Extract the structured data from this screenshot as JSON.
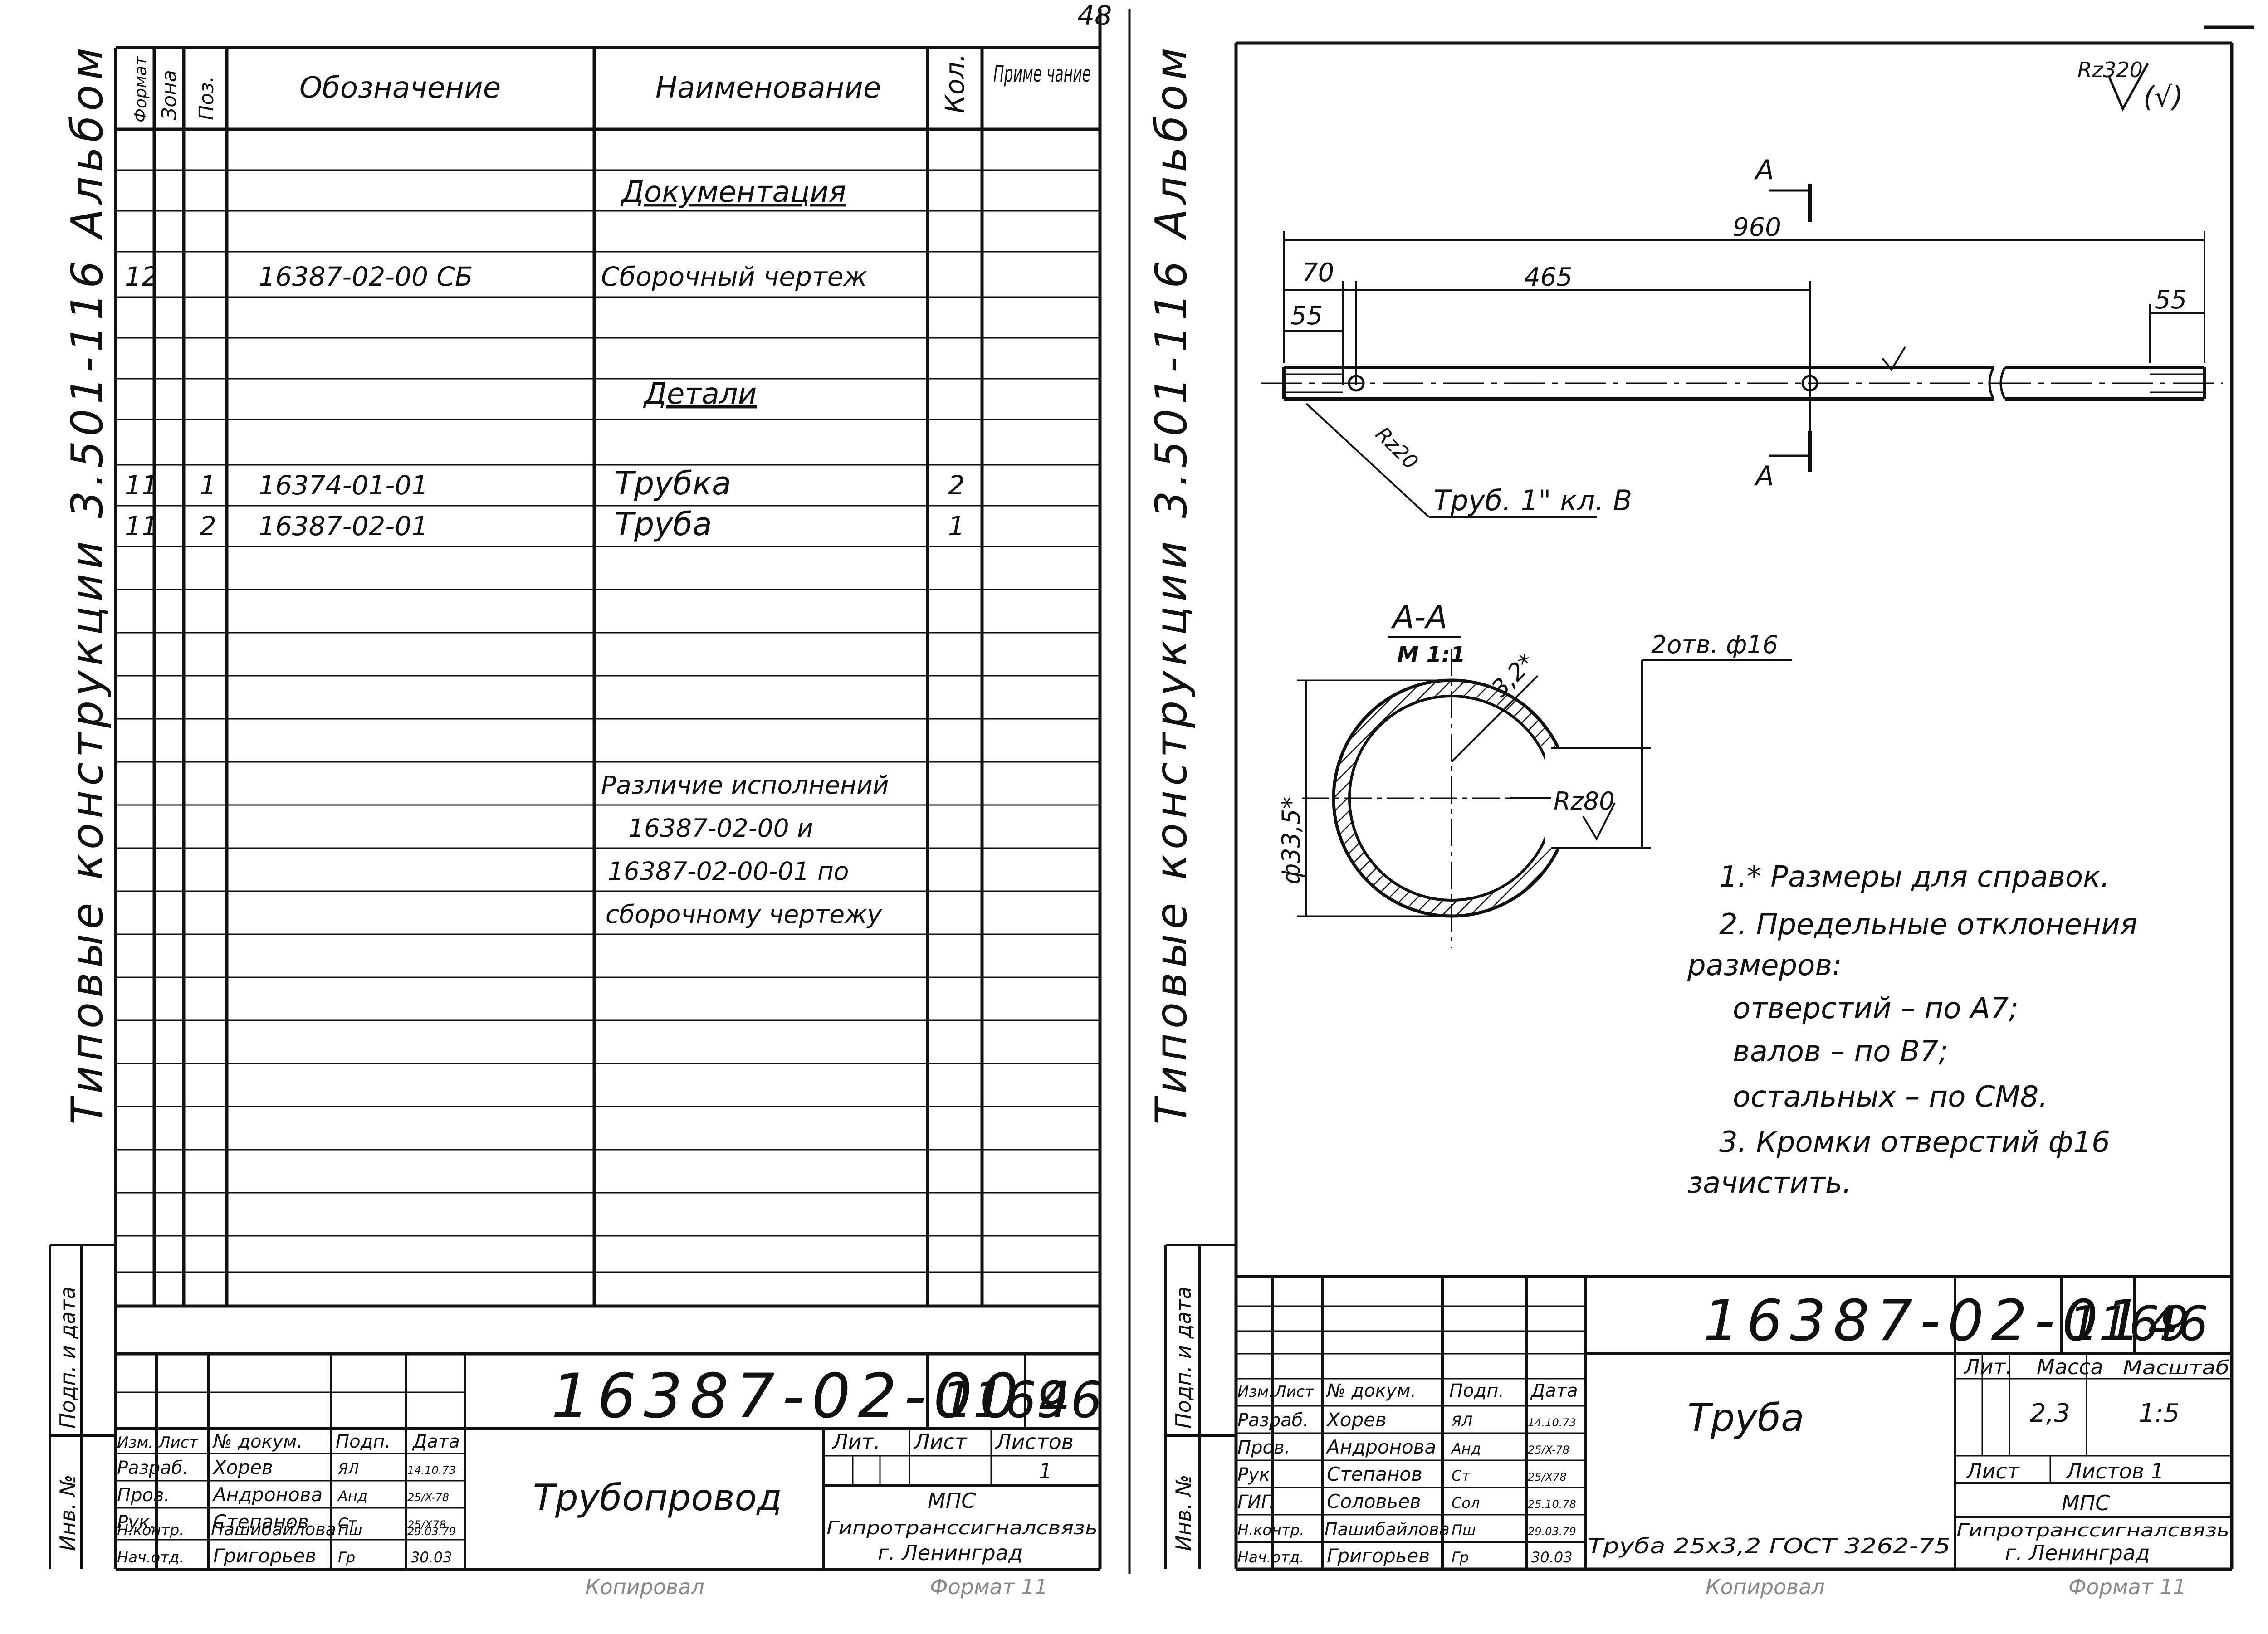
{
  "left_sheet": {
    "side_title": "Типовые конструкции 3.501-116 Альбом",
    "page_number": "48",
    "columns": [
      "Формат",
      "Зона",
      "Поз.",
      "Обозначение",
      "Наименование",
      "Кол.",
      "Приме чание"
    ],
    "sections": {
      "documentation": "Документация",
      "details": "Детали"
    },
    "rows": [
      {
        "format": "12",
        "zone": "",
        "pos": "",
        "designation": "16387-02-00 СБ",
        "name": "Сборочный чертеж",
        "qty": ""
      },
      {
        "format": "11",
        "zone": "",
        "pos": "1",
        "designation": "16374-01-01",
        "name": "Трубка",
        "qty": "2"
      },
      {
        "format": "11",
        "zone": "",
        "pos": "2",
        "designation": "16387-02-01",
        "name": "Труба",
        "qty": "1"
      }
    ],
    "note_lines": [
      "Различие исполнений",
      "16387-02-00 и",
      "16387-02-00-01 по",
      "сборочному чертежу"
    ],
    "margin_labels": {
      "sign_date": "Подп. и дата",
      "inv_no": "Инв. №"
    },
    "title_block": {
      "doc_number": "16387-02-00",
      "code": "1169",
      "sheet_no": "46",
      "name": "Трубопровод",
      "headers": [
        "Изм.",
        "Лист",
        "№ докум.",
        "Подп.",
        "Дата"
      ],
      "people": [
        {
          "role": "Разраб.",
          "name": "Хорев",
          "sig": "ЯЛ",
          "date": "14.10.73"
        },
        {
          "role": "Пров.",
          "name": "Андронова",
          "sig": "Анд",
          "date": "25/X-78"
        },
        {
          "role": "Рук.",
          "name": "Степанов",
          "sig": "Ст",
          "date": "25/X78"
        },
        {
          "role": "Н.контр.",
          "name": "Пашибайлова",
          "sig": "Пш",
          "date": "29.03.79"
        },
        {
          "role": "Нач.отд.",
          "name": "Григорьев",
          "sig": "Гр",
          "date": "30.03"
        }
      ],
      "lit_header": "Лит.",
      "list_header": "Лист",
      "listov_header": "Листов",
      "listov_value": "1",
      "org": "МПС",
      "org2": "Гипротранссигналсвязь",
      "city": "г. Ленинград",
      "bottom_left": "Копировал",
      "bottom_right": "Формат 11"
    }
  },
  "right_sheet": {
    "side_title": "Типовые конструкции 3.501-116 Альбом",
    "roughness": "Rz320",
    "roughness_paren": "(√)",
    "dimensions": {
      "total": "960",
      "d70": "70",
      "d465": "465",
      "d55a": "55",
      "d55b": "55"
    },
    "thread_note": "Труб. 1\" кл. В",
    "rz20": "Rz20",
    "section_mark": "А",
    "section": {
      "title": "А-А",
      "scale": "М 1:1",
      "holes": "2отв. ф16",
      "wall": "3,2*",
      "diameter": "ф33,5*",
      "rz80": "Rz80"
    },
    "notes": [
      "1.* Размеры для справок.",
      "2. Предельные отклонения",
      "размеров:",
      "отверстий   – по А7;",
      "валов          – по В7;",
      "остальных – по СМ8.",
      "3. Кромки отверстий ф16",
      "зачистить."
    ],
    "margin_labels": {
      "sign_date": "Подп. и дата",
      "inv_no": "Инв. №"
    },
    "title_block": {
      "doc_number": "16387-02-01",
      "code": "1169",
      "sheet_no": "46",
      "name": "Труба",
      "material": "Труба 25х3,2 ГОСТ 3262-75",
      "headers": [
        "Изм.",
        "Лист",
        "№ докум.",
        "Подп.",
        "Дата"
      ],
      "people": [
        {
          "role": "Разраб.",
          "name": "Хорев",
          "sig": "ЯЛ",
          "date": "14.10.73"
        },
        {
          "role": "Пров.",
          "name": "Андронова",
          "sig": "Анд",
          "date": "25/X-78"
        },
        {
          "role": "Рук.",
          "name": "Степанов",
          "sig": "Ст",
          "date": "25/X78"
        },
        {
          "role": "ГИП",
          "name": "Соловьев",
          "sig": "Сол",
          "date": "25.10.78"
        },
        {
          "role": "Н.контр.",
          "name": "Пашибайлова",
          "sig": "Пш",
          "date": "29.03.79"
        },
        {
          "role": "Нач.отд.",
          "name": "Григорьев",
          "sig": "Гр",
          "date": "30.03"
        }
      ],
      "lit_header": "Лит.",
      "mass_header": "Масса",
      "scale_header": "Масштаб",
      "mass": "2,3",
      "scale": "1:5",
      "list_header": "Лист",
      "listov": "Листов 1",
      "org": "МПС",
      "org2": "Гипротранссигналсвязь",
      "city": "г. Ленинград",
      "bottom_left": "Копировал",
      "bottom_right": "Формат 11"
    }
  }
}
